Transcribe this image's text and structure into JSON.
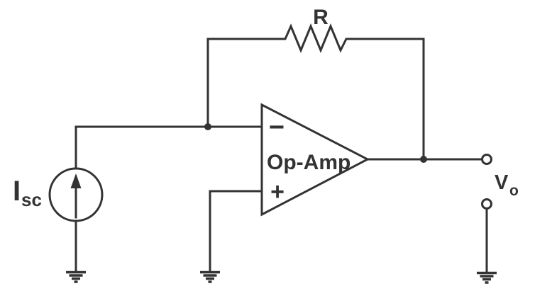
{
  "diagram": {
    "colors": {
      "stroke": "#333333",
      "background": "#ffffff"
    },
    "resistor": {
      "label": "R"
    },
    "opamp": {
      "label": "Op-Amp",
      "inverting_label": "−",
      "noninverting_label": "+"
    },
    "current_source": {
      "symbol": "I",
      "subscript": "sc"
    },
    "output": {
      "symbol": "V",
      "subscript": "o"
    },
    "symbols": [
      "current-source",
      "resistor",
      "op-amp",
      "ground",
      "open-terminal"
    ]
  }
}
